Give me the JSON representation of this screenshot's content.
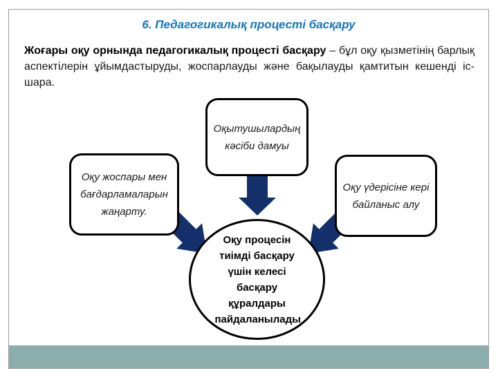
{
  "slide": {
    "title": "6. Педагогикалық процесті басқару",
    "paragraph": {
      "bold": "Жоғары оқу орнында педагогикалық процесті басқару",
      "rest": " – бұл оқу қызметінің барлық аспектілерін ұйымдастыруды, жоспарлауды және бақылауды қамтитын кешенді іс-шара."
    },
    "diagram": {
      "top_box": "Оқытушылардың кәсіби дамуы",
      "left_box": "Оқу жоспары мен бағдарламаларын жаңарту.",
      "right_box": "Оқу үдерісіне кері байланыс алу",
      "center_ellipse": "Оқу процесін тиімді басқару үшін келесі басқару құралдары пайдаланылады",
      "arrows": [
        "down-arrow",
        "down-right-arrow",
        "down-left-arrow"
      ]
    },
    "colors": {
      "title_blue": "#1277bd",
      "arrow_navy": "#13306a",
      "footer_teal": "#8baeac",
      "frame_border_gray": "#9a9a9a",
      "shape_border": "#000000"
    }
  }
}
